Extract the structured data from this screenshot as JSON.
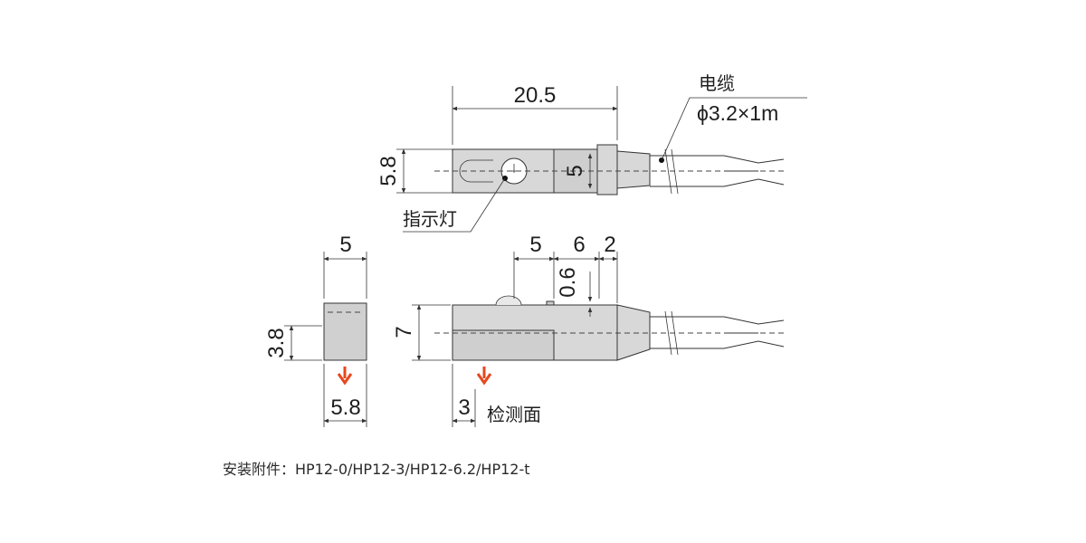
{
  "dimensions": {
    "length": "20.5",
    "height_top": "5.8",
    "height_inner": "5",
    "side_width": "5",
    "side_height": "3.8",
    "side_bottom": "5.8",
    "front_height": "7",
    "front_5": "5",
    "front_6": "6",
    "front_2": "2",
    "front_06": "0.6",
    "front_3": "3"
  },
  "labels": {
    "cable": "电缆",
    "cable_spec": "ϕ3.2×1m",
    "indicator": "指示灯",
    "detect_face": "检测面"
  },
  "note": "安装附件：HP12-0/HP12-3/HP12-6.2/HP12-t",
  "colors": {
    "body": "#d8d8d8",
    "arrow": "#e8471e",
    "line": "#333333"
  }
}
